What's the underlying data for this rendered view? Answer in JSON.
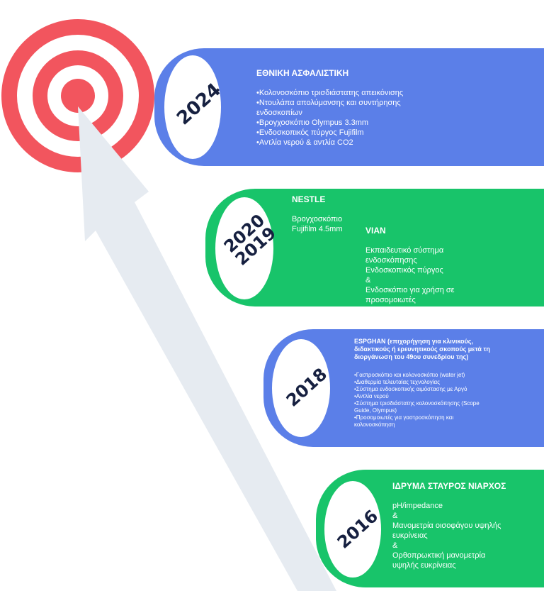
{
  "colors": {
    "blue": "#5b7fe8",
    "green": "#18c46a",
    "target_red": "#f2555e",
    "arrow": "#e6ebf1",
    "year_text": "#162040"
  },
  "entries": [
    {
      "year": "2024",
      "title": "ΕΘΝΙΚΗ ΑΣΦΑΛΙΣΤΙΚΗ",
      "lines": [
        "•Κολονοσκόπιο τρισδιάστατης απεικόνισης",
        "•Ντουλάπα  απολύμανσης και συντήρησης",
        "ενδοσκοπίων",
        "•Βρογχοσκόπιο Olympus 3.3mm",
        "•Ενδοσκοπικός πύργος Fujifilm",
        "•Αντλία νερού & αντλία CO2"
      ]
    },
    {
      "years": [
        "2020",
        "2019"
      ],
      "nestle": {
        "title": "NESTLE",
        "lines": [
          "Βρογχοσκόπιο",
          "Fujifilm 4.5mm"
        ]
      },
      "vian": {
        "title": "VIAN",
        "lines": [
          "Εκπαιδευτικό σύστημα",
          "ενδοσκόπησης",
          "Ενδοσκοπικός πύργος",
          "&",
          "Ενδοσκόπιο για χρήση σε",
          "προσομοιωτές"
        ]
      }
    },
    {
      "year": "2018",
      "title_lines": [
        "ESPGHAN (επιχορήγηση για κλινικούς,",
        "διδακτικούς ή ερευνητικούς σκοπούς μετά τη",
        "διοργάνωση του 49ου συνεδρίου της)"
      ],
      "lines": [
        "•Γαστροσκόπιο και κολονοσκόπιο (water jet)",
        "•Διαθερμία τελευταίας τεχνολογίας",
        "•Σύστημα ενδοσκοπικής αιμόστασης με Αργό",
        "•Αντλία νερού",
        "•Σύστημα τρισδιάστατης κολονοσκόπησης (Scope",
        "Guide, Olympus)",
        "•Προσομοιωτές για γαστροσκόπηση και",
        "κολονοσκόπηση"
      ]
    },
    {
      "year": "2016",
      "title": "ΙΔΡΥΜΑ ΣΤΑΥΡΟΣ ΝΙΑΡΧΟΣ",
      "lines": [
        "pH/impedance",
        "&",
        "Μανομετρία οισοφάγου υψηλής",
        "ευκρίνειας",
        "&",
        "Ορθοπρωκτική μανομετρία",
        "υψηλής ευκρίνειας"
      ]
    }
  ]
}
